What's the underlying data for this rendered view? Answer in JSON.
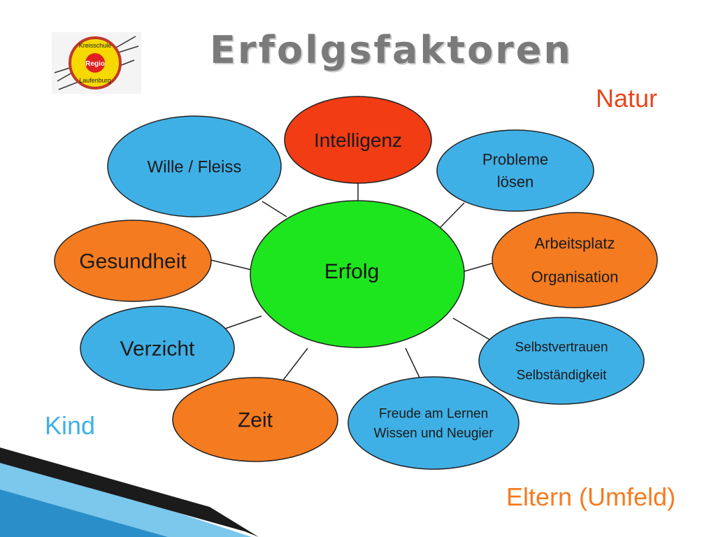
{
  "slide": {
    "title": "Erfolgsfaktoren",
    "logo": {
      "line1": "Kreisschule",
      "line2": "Regio",
      "line3": "Laufenburg"
    },
    "corner_labels": {
      "top_right": "Natur",
      "left": "Kind",
      "bottom_right": "Eltern (Umfeld)"
    }
  },
  "diagram": {
    "center": {
      "label": "Erfolg",
      "color": "#1ee61e"
    },
    "nodes": [
      {
        "id": "intelligenz",
        "lines": [
          "Intelligenz"
        ],
        "color": "#f23c14"
      },
      {
        "id": "wille-fleiss",
        "lines": [
          "Wille / Fleiss"
        ],
        "color": "#3fb0e6"
      },
      {
        "id": "probleme-loesen",
        "lines": [
          "Probleme",
          "lösen"
        ],
        "color": "#3fb0e6"
      },
      {
        "id": "gesundheit",
        "lines": [
          "Gesundheit"
        ],
        "color": "#f47b20"
      },
      {
        "id": "arbeitsplatz",
        "lines": [
          "Arbeitsplatz",
          "Organisation"
        ],
        "color": "#f47b20"
      },
      {
        "id": "verzicht",
        "lines": [
          "Verzicht"
        ],
        "color": "#3fb0e6"
      },
      {
        "id": "selbstvertrauen",
        "lines": [
          "Selbstvertrauen",
          "Selbständigkeit"
        ],
        "color": "#3fb0e6"
      },
      {
        "id": "zeit",
        "lines": [
          "Zeit"
        ],
        "color": "#f47b20"
      },
      {
        "id": "freude",
        "lines": [
          "Freude am Lernen",
          "Wissen und Neugier"
        ],
        "color": "#3fb0e6"
      }
    ]
  },
  "colors": {
    "title": "#7a7a7a",
    "natur": "#e8461e",
    "kind": "#3fb0e6",
    "eltern": "#f47b20",
    "stroke": "#222222"
  }
}
